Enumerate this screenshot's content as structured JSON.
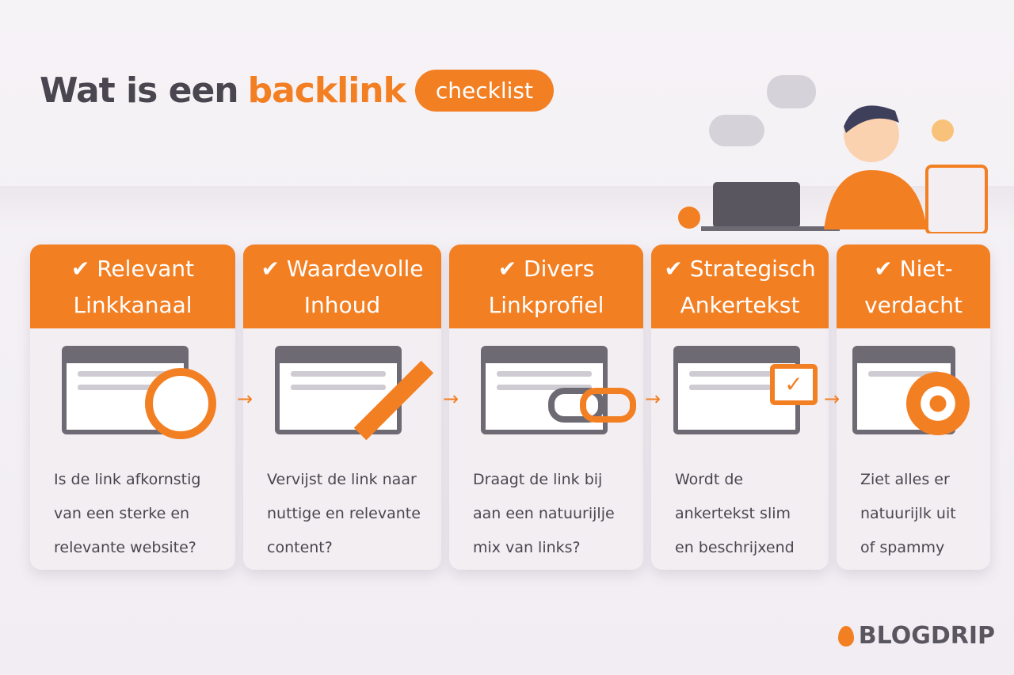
{
  "title": {
    "part1": "Wat is een",
    "highlight": "backlink",
    "pill": "checklist"
  },
  "colors": {
    "accent": "#f37f23",
    "text": "#4a4650"
  },
  "cards": [
    {
      "heading": "✔ Relevant Linkkanaal",
      "icon": "magnifier-icon",
      "text": "Is de link afkornstig van een sterke en relevante website?"
    },
    {
      "heading": "✔ Waardevolle Inhoud",
      "icon": "pencil-icon",
      "text": "Vervijst de link naar nuttige en relevante content?"
    },
    {
      "heading": "✔ Divers Linkprofiel",
      "icon": "chain-link-icon",
      "text": "Draagt de link bij aan een natuurijlje mix van links?"
    },
    {
      "heading": "✔ Strategisch Ankertekst",
      "icon": "checkbox-icon",
      "text": "Wordt de ankertekst slim en beschrijxend gekozen?"
    },
    {
      "heading": "✔ Niet-verdacht",
      "icon": "target-icon",
      "text": "Ziet alles er natuurijlk uit of spammy signaler?"
    }
  ],
  "arrow": "→",
  "logo": "BLOGDRIP"
}
